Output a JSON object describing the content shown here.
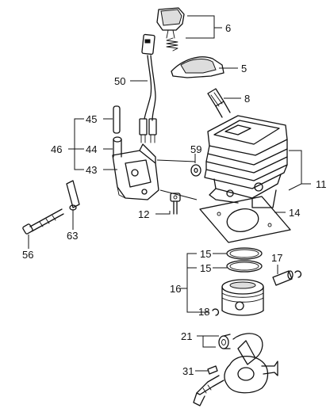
{
  "callouts": {
    "c6": "6",
    "c5": "5",
    "c50": "50",
    "c8": "8",
    "c45": "45",
    "c46": "46",
    "c44": "44",
    "c43": "43",
    "c59": "59",
    "c11": "11",
    "c12": "12",
    "c14": "14",
    "c63": "63",
    "c56": "56",
    "c15a": "15",
    "c15b": "15",
    "c17": "17",
    "c16": "16",
    "c18": "18",
    "c21": "21",
    "c31": "31"
  }
}
